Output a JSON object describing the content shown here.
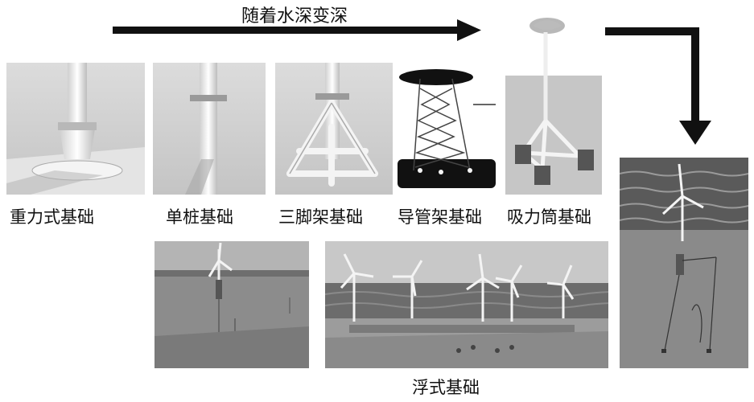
{
  "arrow_label": "随着水深变深",
  "foundations": [
    {
      "label": "重力式基础",
      "icon": "gravity-foundation"
    },
    {
      "label": "单桩基础",
      "icon": "monopile-foundation"
    },
    {
      "label": "三脚架基础",
      "icon": "tripod-foundation"
    },
    {
      "label": "导管架基础",
      "icon": "jacket-foundation"
    },
    {
      "label": "吸力筒基础",
      "icon": "suction-bucket-foundation"
    }
  ],
  "floating_label": "浮式基础",
  "colors": {
    "arrow": "#111111",
    "sea": "#8a8a8a",
    "sky": "#cfcfcf",
    "structure": "#f2f2f2"
  }
}
